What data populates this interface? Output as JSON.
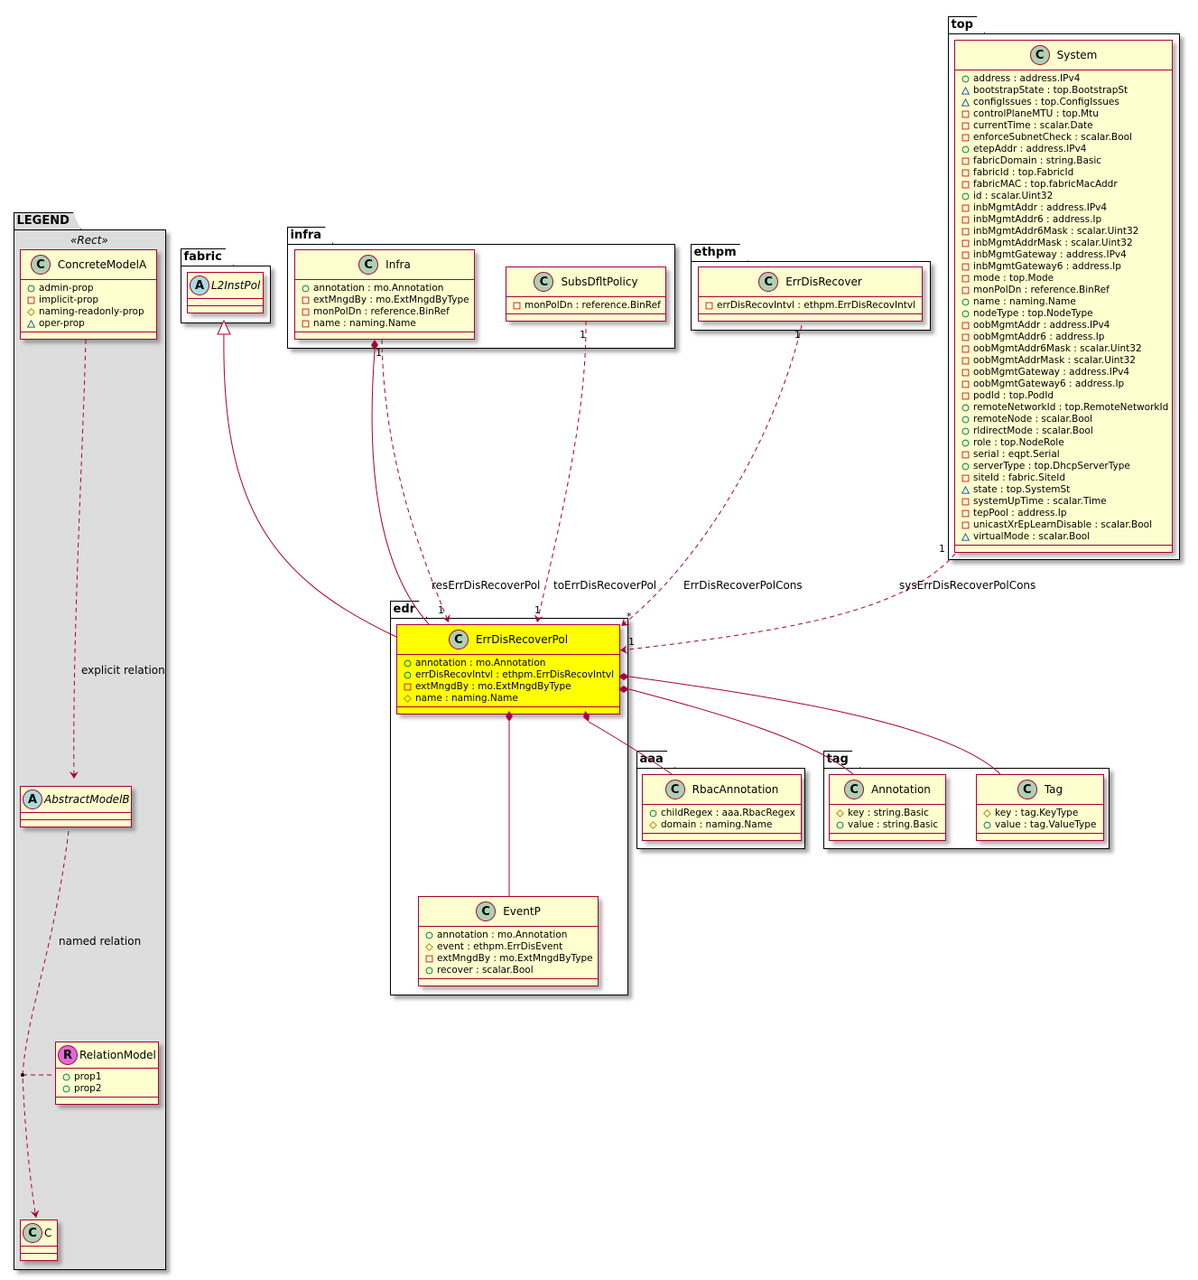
{
  "colors": {
    "class_fill": "#fefece",
    "class_border": "#a80036",
    "highlight_fill": "#ffff00",
    "legend_fill": "#dddddd",
    "link": "#a80036",
    "vis_public": "#038048",
    "vis_private": "#c82930",
    "vis_protected": "#b38d22",
    "vis_package": "#1963a0"
  },
  "packages": {
    "legend": {
      "name": "LEGEND",
      "stereotype": "«Rect»"
    },
    "fabric": {
      "name": "fabric"
    },
    "infra": {
      "name": "infra"
    },
    "ethpm": {
      "name": "ethpm"
    },
    "top": {
      "name": "top"
    },
    "edr": {
      "name": "edr"
    },
    "aaa": {
      "name": "aaa"
    },
    "tag": {
      "name": "tag"
    }
  },
  "classes": {
    "concrete_model_a": {
      "name": "ConcreteModelA",
      "kind": "C",
      "attrs": [
        {
          "vis": "public",
          "text": "admin-prop"
        },
        {
          "vis": "private",
          "text": "implicit-prop"
        },
        {
          "vis": "protected",
          "text": "naming-readonly-prop"
        },
        {
          "vis": "package",
          "text": "oper-prop"
        }
      ]
    },
    "abstract_model_b": {
      "name": "AbstractModelB",
      "kind": "A",
      "attrs": []
    },
    "relation_model": {
      "name": "RelationModel",
      "kind": "R",
      "attrs": [
        {
          "vis": "public",
          "text": "prop1"
        },
        {
          "vis": "public",
          "text": "prop2"
        }
      ]
    },
    "c": {
      "name": "C",
      "kind": "C",
      "attrs": []
    },
    "l2instpol": {
      "name": "L2InstPol",
      "kind": "A",
      "attrs": []
    },
    "infra": {
      "name": "Infra",
      "kind": "C",
      "attrs": [
        {
          "vis": "public",
          "text": "annotation : mo.Annotation"
        },
        {
          "vis": "private",
          "text": "extMngdBy : mo.ExtMngdByType"
        },
        {
          "vis": "private",
          "text": "monPolDn : reference.BinRef"
        },
        {
          "vis": "private",
          "text": "name : naming.Name"
        }
      ]
    },
    "subs_dflt_policy": {
      "name": "SubsDfltPolicy",
      "kind": "C",
      "attrs": [
        {
          "vis": "private",
          "text": "monPolDn : reference.BinRef"
        }
      ]
    },
    "err_dis_recover": {
      "name": "ErrDisRecover",
      "kind": "C",
      "attrs": [
        {
          "vis": "private",
          "text": "errDisRecovIntvl : ethpm.ErrDisRecovIntvl"
        }
      ]
    },
    "system": {
      "name": "System",
      "kind": "C",
      "attrs": [
        {
          "vis": "public",
          "text": "address : address.IPv4"
        },
        {
          "vis": "package",
          "text": "bootstrapState : top.BootstrapSt"
        },
        {
          "vis": "package",
          "text": "configIssues : top.ConfigIssues"
        },
        {
          "vis": "private",
          "text": "controlPlaneMTU : top.Mtu"
        },
        {
          "vis": "private",
          "text": "currentTime : scalar.Date"
        },
        {
          "vis": "private",
          "text": "enforceSubnetCheck : scalar.Bool"
        },
        {
          "vis": "public",
          "text": "etepAddr : address.IPv4"
        },
        {
          "vis": "private",
          "text": "fabricDomain : string.Basic"
        },
        {
          "vis": "private",
          "text": "fabricId : top.FabricId"
        },
        {
          "vis": "private",
          "text": "fabricMAC : top.fabricMacAddr"
        },
        {
          "vis": "public",
          "text": "id : scalar.Uint32"
        },
        {
          "vis": "private",
          "text": "inbMgmtAddr : address.IPv4"
        },
        {
          "vis": "private",
          "text": "inbMgmtAddr6 : address.Ip"
        },
        {
          "vis": "private",
          "text": "inbMgmtAddr6Mask : scalar.Uint32"
        },
        {
          "vis": "private",
          "text": "inbMgmtAddrMask : scalar.Uint32"
        },
        {
          "vis": "private",
          "text": "inbMgmtGateway : address.IPv4"
        },
        {
          "vis": "private",
          "text": "inbMgmtGateway6 : address.Ip"
        },
        {
          "vis": "private",
          "text": "mode : top.Mode"
        },
        {
          "vis": "private",
          "text": "monPolDn : reference.BinRef"
        },
        {
          "vis": "public",
          "text": "name : naming.Name"
        },
        {
          "vis": "public",
          "text": "nodeType : top.NodeType"
        },
        {
          "vis": "private",
          "text": "oobMgmtAddr : address.IPv4"
        },
        {
          "vis": "private",
          "text": "oobMgmtAddr6 : address.Ip"
        },
        {
          "vis": "private",
          "text": "oobMgmtAddr6Mask : scalar.Uint32"
        },
        {
          "vis": "private",
          "text": "oobMgmtAddrMask : scalar.Uint32"
        },
        {
          "vis": "private",
          "text": "oobMgmtGateway : address.IPv4"
        },
        {
          "vis": "private",
          "text": "oobMgmtGateway6 : address.Ip"
        },
        {
          "vis": "private",
          "text": "podId : top.PodId"
        },
        {
          "vis": "public",
          "text": "remoteNetworkId : top.RemoteNetworkId"
        },
        {
          "vis": "public",
          "text": "remoteNode : scalar.Bool"
        },
        {
          "vis": "public",
          "text": "rldirectMode : scalar.Bool"
        },
        {
          "vis": "public",
          "text": "role : top.NodeRole"
        },
        {
          "vis": "private",
          "text": "serial : eqpt.Serial"
        },
        {
          "vis": "public",
          "text": "serverType : top.DhcpServerType"
        },
        {
          "vis": "private",
          "text": "siteId : fabric.SiteId"
        },
        {
          "vis": "package",
          "text": "state : top.SystemSt"
        },
        {
          "vis": "private",
          "text": "systemUpTime : scalar.Time"
        },
        {
          "vis": "private",
          "text": "tepPool : address.Ip"
        },
        {
          "vis": "private",
          "text": "unicastXrEpLearnDisable : scalar.Bool"
        },
        {
          "vis": "package",
          "text": "virtualMode : scalar.Bool"
        }
      ]
    },
    "err_dis_recover_pol": {
      "name": "ErrDisRecoverPol",
      "kind": "C",
      "attrs": [
        {
          "vis": "public",
          "text": "annotation : mo.Annotation"
        },
        {
          "vis": "public",
          "text": "errDisRecovIntvl : ethpm.ErrDisRecovIntvl"
        },
        {
          "vis": "private",
          "text": "extMngdBy : mo.ExtMngdByType"
        },
        {
          "vis": "protected",
          "text": "name : naming.Name"
        }
      ]
    },
    "event_p": {
      "name": "EventP",
      "kind": "C",
      "attrs": [
        {
          "vis": "public",
          "text": "annotation : mo.Annotation"
        },
        {
          "vis": "protected",
          "text": "event : ethpm.ErrDisEvent"
        },
        {
          "vis": "private",
          "text": "extMngdBy : mo.ExtMngdByType"
        },
        {
          "vis": "public",
          "text": "recover : scalar.Bool"
        }
      ]
    },
    "rbac_annotation": {
      "name": "RbacAnnotation",
      "kind": "C",
      "attrs": [
        {
          "vis": "public",
          "text": "childRegex : aaa.RbacRegex"
        },
        {
          "vis": "protected",
          "text": "domain : naming.Name"
        }
      ]
    },
    "annotation": {
      "name": "Annotation",
      "kind": "C",
      "attrs": [
        {
          "vis": "protected",
          "text": "key : string.Basic"
        },
        {
          "vis": "public",
          "text": "value : string.Basic"
        }
      ]
    },
    "tag": {
      "name": "Tag",
      "kind": "C",
      "attrs": [
        {
          "vis": "protected",
          "text": "key : tag.KeyType"
        },
        {
          "vis": "public",
          "text": "value : tag.ValueType"
        }
      ]
    }
  },
  "relations": {
    "explicit": {
      "label": "explicit relation"
    },
    "named": {
      "label": "named relation"
    },
    "res": {
      "label": "resErrDisRecoverPol",
      "source_mult": "1",
      "target_mult": "1"
    },
    "to": {
      "label": "toErrDisRecoverPol",
      "source_mult": "1",
      "target_mult": "1"
    },
    "cons": {
      "label": "ErrDisRecoverPolCons",
      "source_mult": "1",
      "target_mult": "*"
    },
    "sys": {
      "label": "sysErrDisRecoverPolCons",
      "source_mult": "1",
      "target_mult": "1"
    },
    "infra_comp": {
      "source_mult": "1"
    }
  }
}
